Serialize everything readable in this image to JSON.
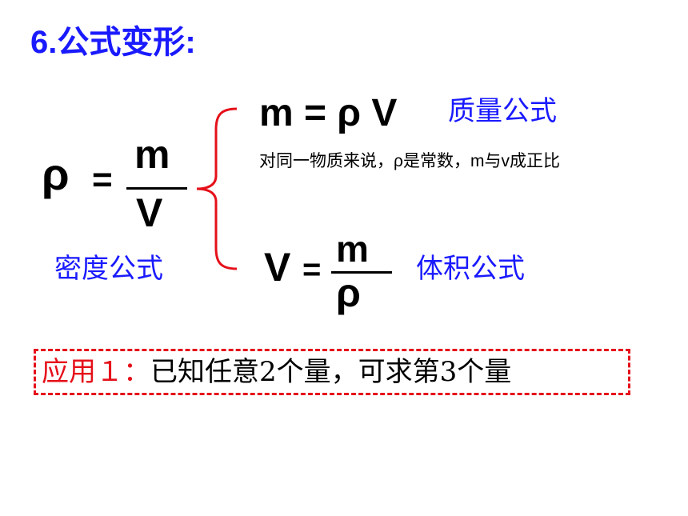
{
  "title": "6.公式变形:",
  "density_formula": {
    "lhs": "ρ",
    "equals": "=",
    "numerator": "m",
    "denominator": "V",
    "label": "密度公式"
  },
  "mass_formula": {
    "text": "m = ρ V",
    "label": "质量公式"
  },
  "note": "对同一物质来说，ρ是常数，m与v成正比",
  "volume_formula": {
    "lhs": "V",
    "equals": "=",
    "numerator": "m",
    "denominator": "ρ",
    "label": "体积公式"
  },
  "application": {
    "prefix": "应用１：",
    "text": "已知任意2个量，可求第3个量"
  },
  "colors": {
    "blue": "#1a1aff",
    "red": "#e5101a",
    "black": "#000000"
  }
}
